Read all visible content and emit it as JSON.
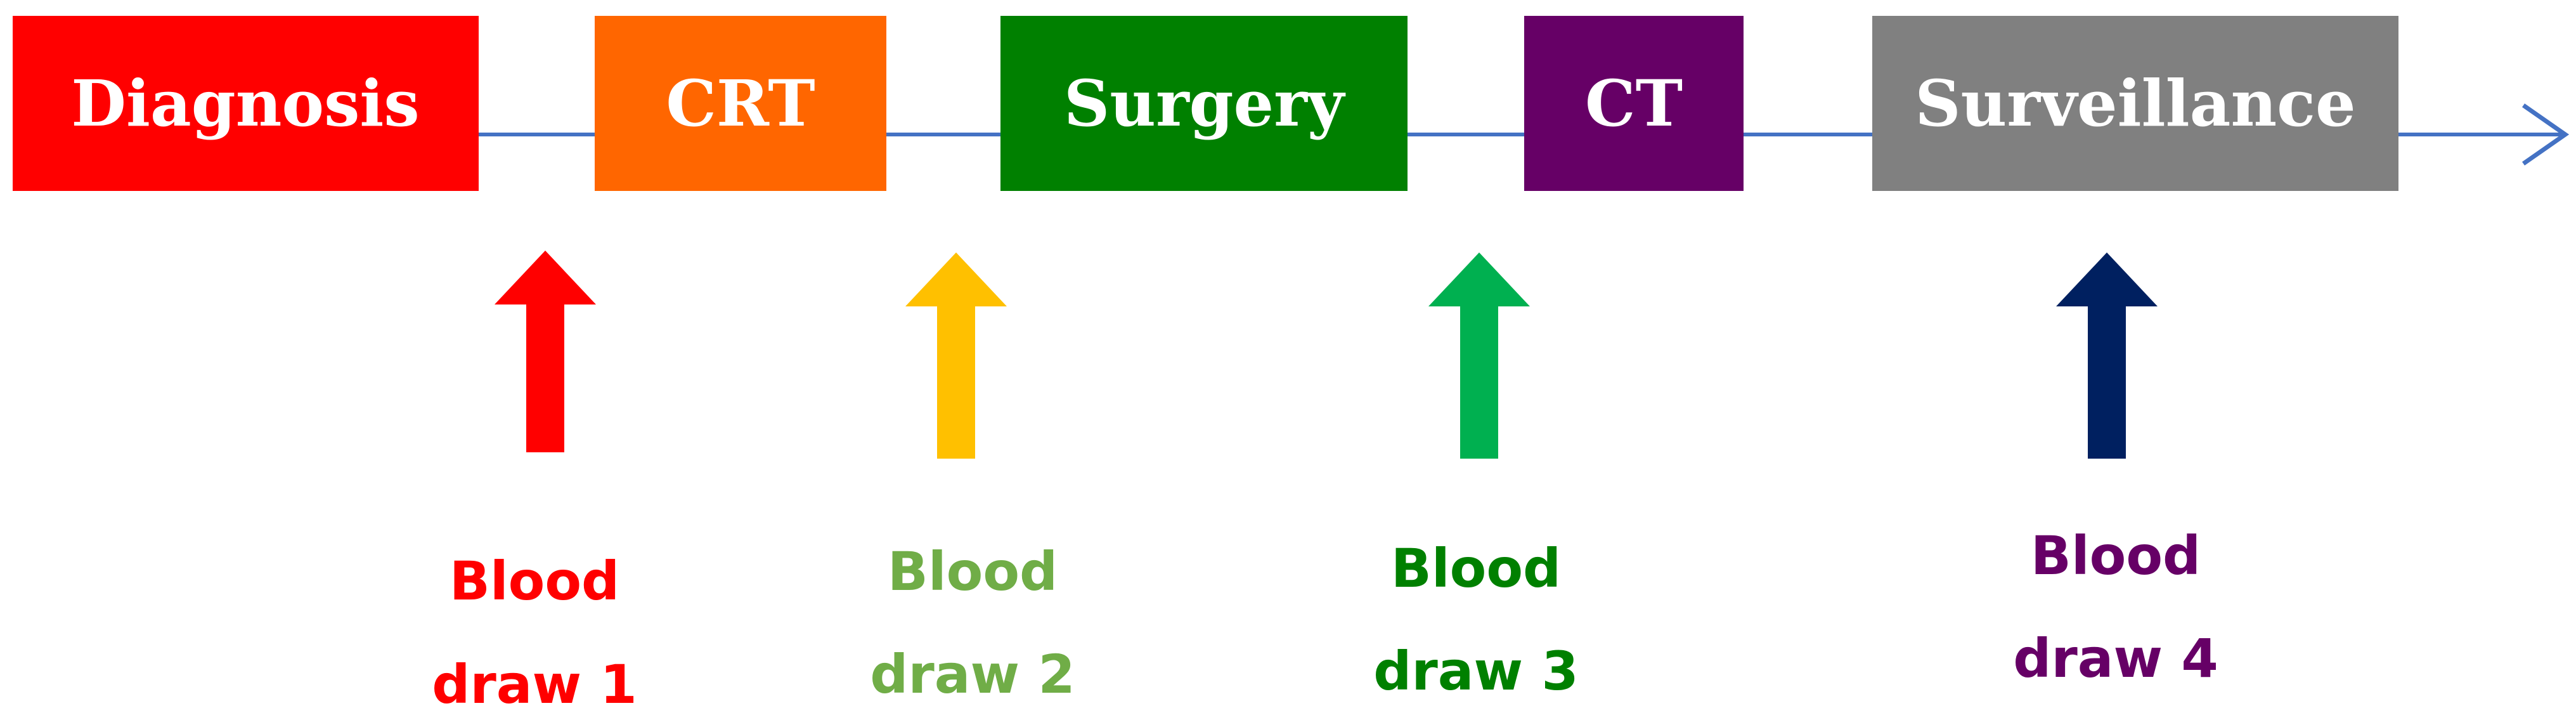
{
  "timeline": {
    "line_color": "#4472C4",
    "stages": [
      {
        "label": "Diagnosis",
        "color": "#FF0000"
      },
      {
        "label": "CRT",
        "color": "#FF6600"
      },
      {
        "label": "Surgery",
        "color": "#008000"
      },
      {
        "label": "CT",
        "color": "#660066"
      },
      {
        "label": "Surveillance",
        "color": "#808080"
      }
    ]
  },
  "blood_draws": [
    {
      "line1": "Blood",
      "line2": "draw 1",
      "arrow_color": "#FF0000",
      "text_color": "#FF0000",
      "arrow_icon": "up-arrow-icon"
    },
    {
      "line1": "Blood",
      "line2": "draw 2",
      "arrow_color": "#FFC000",
      "text_color": "#70AD47",
      "arrow_icon": "up-arrow-icon"
    },
    {
      "line1": "Blood",
      "line2": "draw 3",
      "arrow_color": "#00B050",
      "text_color": "#008000",
      "arrow_icon": "up-arrow-icon"
    },
    {
      "line1": "Blood",
      "line2": "draw 4",
      "arrow_color": "#002060",
      "text_color": "#660066",
      "arrow_icon": "up-arrow-icon"
    }
  ]
}
